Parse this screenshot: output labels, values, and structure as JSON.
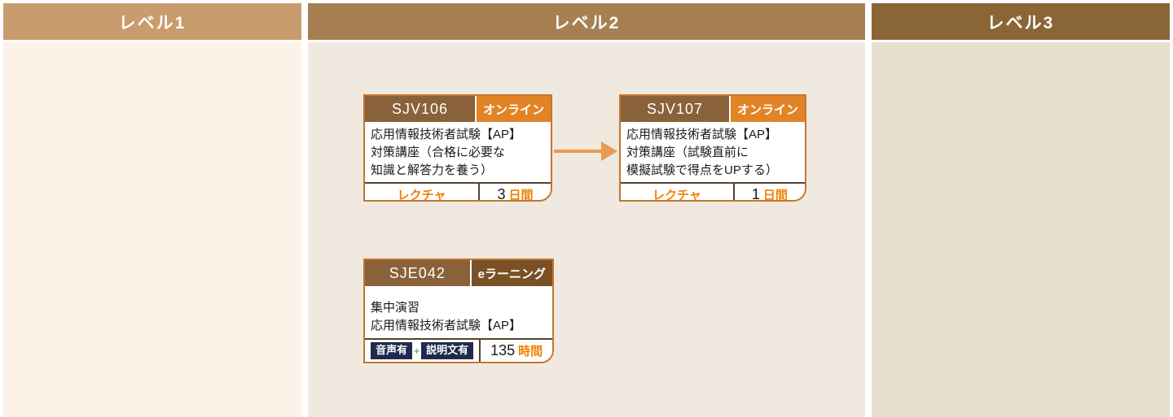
{
  "columns": [
    {
      "id": "level1",
      "label": "レベル1",
      "header_bg": "#c99c6d",
      "body_bg": "#fdf2e7"
    },
    {
      "id": "level2",
      "label": "レベル2",
      "header_bg": "#a67f53",
      "body_bg": "#f0e9e0"
    },
    {
      "id": "level3",
      "label": "レベル3",
      "header_bg": "#8a6637",
      "body_bg": "#e7decd"
    }
  ],
  "cards": [
    {
      "code": "SJV106",
      "badge": "オンライン",
      "title_lines": [
        "応用情報技術者試験【AP】",
        "対策講座（合格に必要な",
        "知識と解答力を養う）"
      ],
      "footer": {
        "label": "レクチャ",
        "value": "3",
        "unit": "日間"
      }
    },
    {
      "code": "SJV107",
      "badge": "オンライン",
      "title_lines": [
        "応用情報技術者試験【AP】",
        "対策講座（試験直前に",
        "模擬試験で得点をUPする）"
      ],
      "footer": {
        "label": "レクチャ",
        "value": "1",
        "unit": "日間"
      }
    },
    {
      "code": "SJE042",
      "badge": "eラーニング",
      "title_lines": [
        "集中演習",
        "応用情報技術者試験【AP】"
      ],
      "footer": {
        "chips": [
          "音声有",
          "説明文有"
        ],
        "chip_joiner": "+",
        "value": "135",
        "unit": "時間"
      }
    }
  ],
  "arrow": {
    "from": "SJV106",
    "to": "SJV107",
    "color": "#e99a52"
  },
  "colors": {
    "level1_header_bg": "#c99c6d",
    "level1_body_bg": "#fdf2e7",
    "level2_header_bg": "#a67f53",
    "level2_body_bg": "#f0e9e0",
    "level3_header_bg": "#8a6637",
    "level3_body_bg": "#e7decd",
    "card_border": "#c4762f",
    "card_code_bg": "#8a6239",
    "online_badge_bg": "#e28425",
    "elearning_badge_bg": "#7a5126",
    "media_chip_bg": "#1f2a4c",
    "accent_orange": "#ef8200",
    "arrow_orange": "#e99a52",
    "footer_divider": "#54422e"
  }
}
